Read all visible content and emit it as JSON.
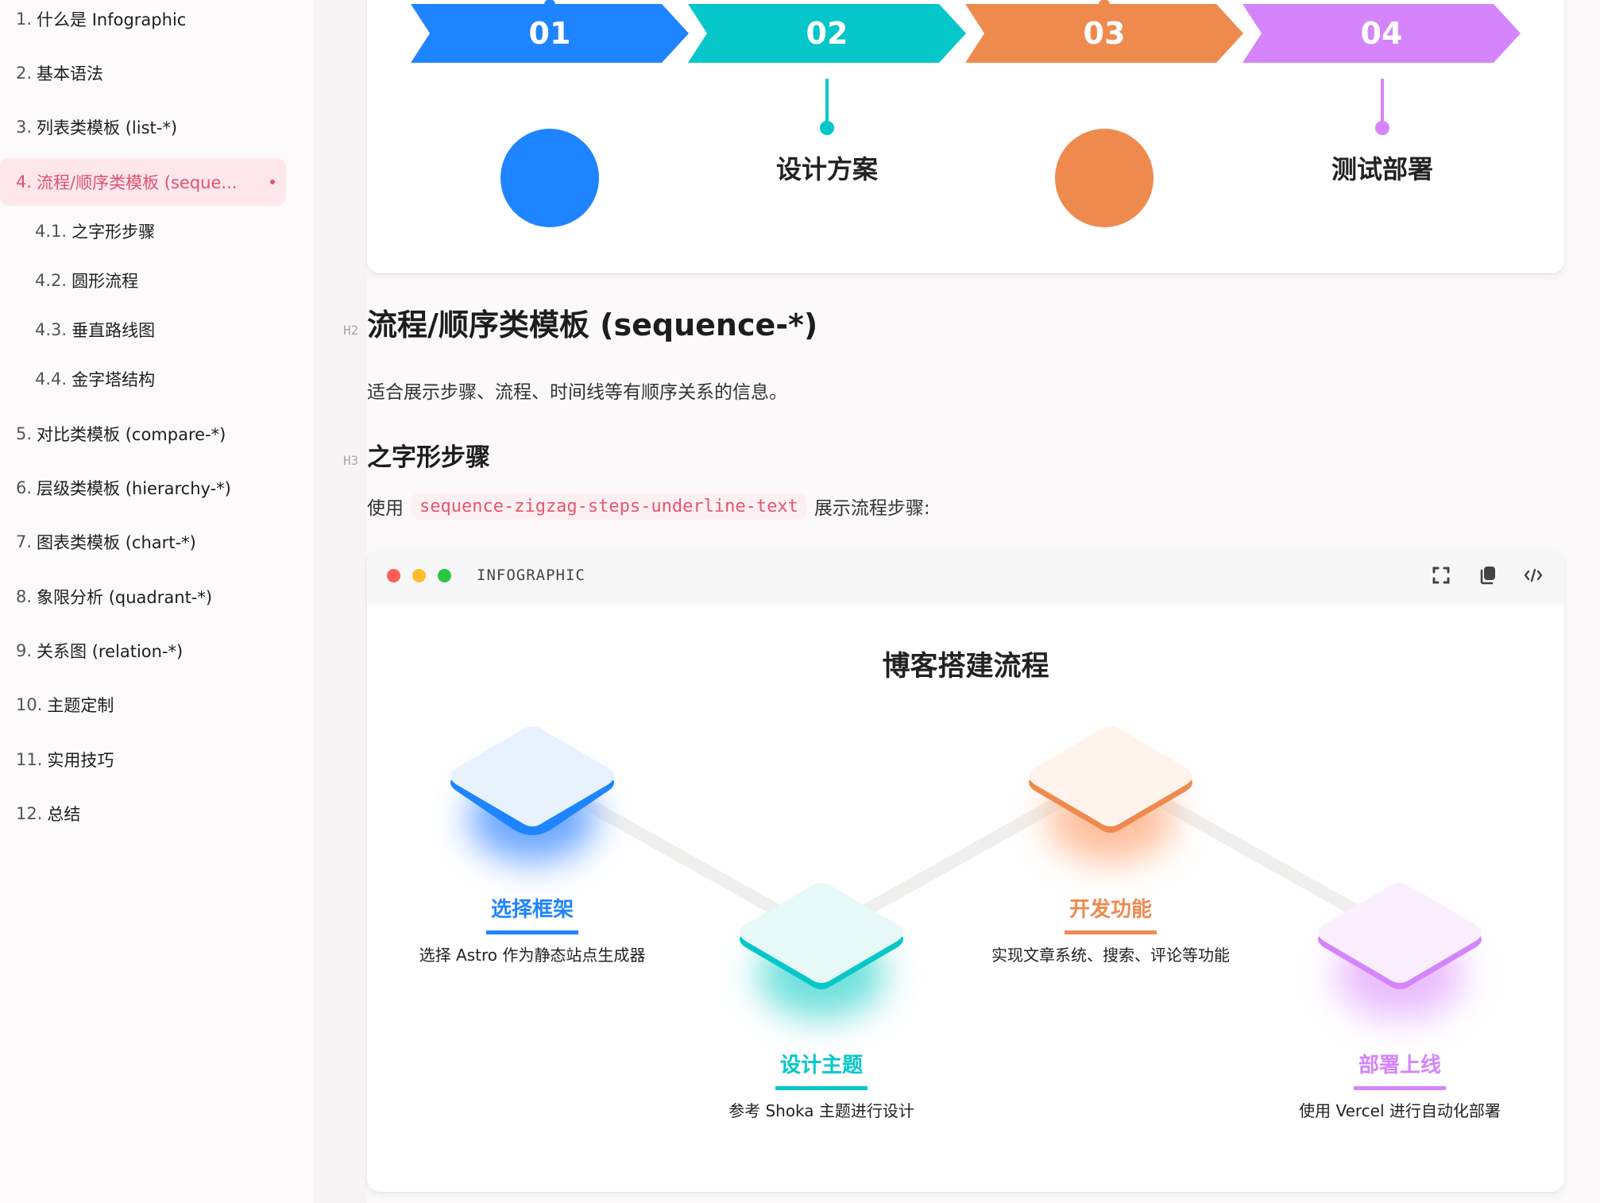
{
  "sidebar": {
    "items": [
      {
        "num": "1.",
        "label": "什么是 Infographic",
        "level": 1,
        "active": false
      },
      {
        "num": "2.",
        "label": "基本语法",
        "level": 1,
        "active": false
      },
      {
        "num": "3.",
        "label": "列表类模板 (list-*)",
        "level": 1,
        "active": false
      },
      {
        "num": "4.",
        "label": "流程/顺序类模板 (seque...",
        "level": 1,
        "active": true
      },
      {
        "num": "4.1.",
        "label": "之字形步骤",
        "level": 2,
        "active": false
      },
      {
        "num": "4.2.",
        "label": "圆形流程",
        "level": 2,
        "active": false
      },
      {
        "num": "4.3.",
        "label": "垂直路线图",
        "level": 2,
        "active": false
      },
      {
        "num": "4.4.",
        "label": "金字塔结构",
        "level": 2,
        "active": false
      },
      {
        "num": "5.",
        "label": "对比类模板 (compare-*)",
        "level": 1,
        "active": false
      },
      {
        "num": "6.",
        "label": "层级类模板 (hierarchy-*)",
        "level": 1,
        "active": false
      },
      {
        "num": "7.",
        "label": "图表类模板 (chart-*)",
        "level": 1,
        "active": false
      },
      {
        "num": "8.",
        "label": "象限分析 (quadrant-*)",
        "level": 1,
        "active": false
      },
      {
        "num": "9.",
        "label": "关系图 (relation-*)",
        "level": 1,
        "active": false
      },
      {
        "num": "10.",
        "label": "主题定制",
        "level": 1,
        "active": false
      },
      {
        "num": "11.",
        "label": "实用技巧",
        "level": 1,
        "active": false
      },
      {
        "num": "12.",
        "label": "总结",
        "level": 1,
        "active": false
      }
    ]
  },
  "top_infographic": {
    "steps": [
      {
        "num": "01",
        "color": "#1f84ff",
        "label": ""
      },
      {
        "num": "02",
        "color": "#05c7c9",
        "label": "设计方案"
      },
      {
        "num": "03",
        "color": "#ef8a4f",
        "label": ""
      },
      {
        "num": "04",
        "color": "#d584fb",
        "label": "测试部署"
      }
    ]
  },
  "content": {
    "h2_marker": "H2",
    "h2": "流程/顺序类模板 (sequence-*)",
    "intro": "适合展示步骤、流程、时间线等有顺序关系的信息。",
    "h3_marker": "H3",
    "h3": "之字形步骤",
    "usage_prefix": "使用",
    "usage_code": "sequence-zigzag-steps-underline-text",
    "usage_suffix": "展示流程步骤:"
  },
  "code_block": {
    "title": "INFOGRAPHIC",
    "traffic_lights": [
      "#ff5f57",
      "#febc2e",
      "#28c840"
    ],
    "actions": [
      "fullscreen-icon",
      "copy-icon",
      "code-icon"
    ]
  },
  "infographic": {
    "title": "博客搭建流程",
    "steps": [
      {
        "title": "选择框架",
        "desc": "选择 Astro 作为静态站点生成器",
        "color": "#1f84ff",
        "light": "#e8f2ff"
      },
      {
        "title": "设计主题",
        "desc": "参考 Shoka 主题进行设计",
        "color": "#05c7c9",
        "light": "#e6f8f7"
      },
      {
        "title": "开发功能",
        "desc": "实现文章系统、搜索、评论等功能",
        "color": "#ef8a4f",
        "light": "#fff3ec"
      },
      {
        "title": "部署上线",
        "desc": "使用 Vercel 进行自动化部署",
        "color": "#d584fb",
        "light": "#fbefff"
      }
    ]
  }
}
